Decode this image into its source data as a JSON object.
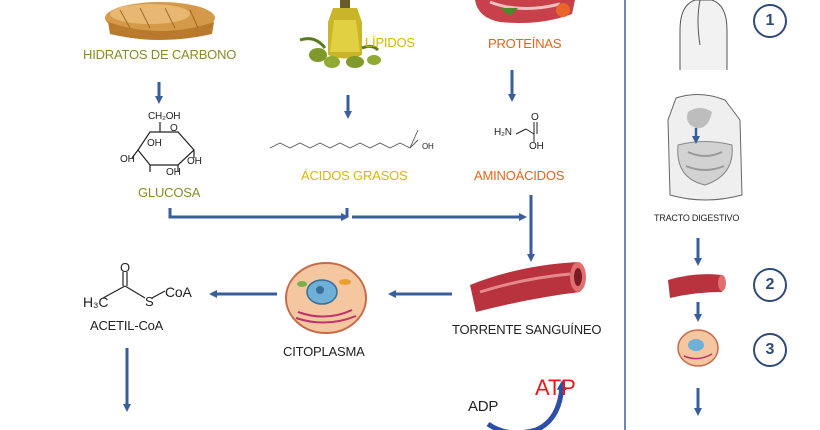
{
  "nutrients": {
    "carbs": "HIDRATOS DE CARBONO",
    "lipids": "LÍPIDOS",
    "proteins": "PROTEÍNAS"
  },
  "molecules": {
    "glucose": "GLUCOSA",
    "fatty_acids": "ÁCIDOS GRASOS",
    "amino_acids": "AMINOÁCIDOS",
    "acetyl_coa": "ACETIL-CoA"
  },
  "structures": {
    "bloodstream": "TORRENTE SANGUÍNEO",
    "cytoplasm": "CITOPLASMA",
    "digestive_tract": "TRACTO DIGESTIVO"
  },
  "energy": {
    "adp": "ADP",
    "atp": "ATP"
  },
  "chem": {
    "glucose_ch2oh": "CH₂OH",
    "glucose_o": "O",
    "glucose_oh": "OH",
    "fatty_oh": "OH",
    "amino_h2n": "H₂N",
    "amino_o": "O",
    "amino_oh": "OH",
    "acetyl_o": "O",
    "acetyl_h3c": "H₃C",
    "acetyl_s": "S",
    "acetyl_coa": "CoA"
  },
  "steps": [
    "1",
    "2",
    "3"
  ],
  "colors": {
    "arrow": "#3a5d9c",
    "divider": "#3a5d9c",
    "atp": "#e31b1b",
    "olive_label": "#8a8a2a",
    "yellow_label": "#d7b800",
    "orange_label": "#e0661b"
  },
  "icons": [
    "bread-icon",
    "olive-oil-icon",
    "meat-icon",
    "blood-vessel-icon",
    "cell-icon",
    "digestive-system-icon",
    "body-silhouette-icon"
  ]
}
